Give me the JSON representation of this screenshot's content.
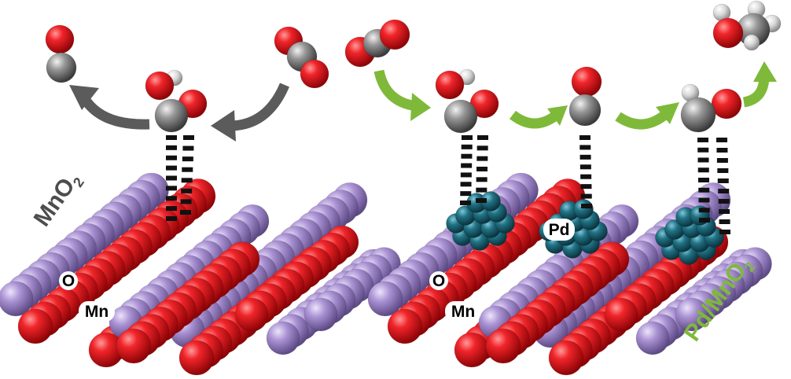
{
  "panels": {
    "left": {
      "label_main": "MnO",
      "label_sub": "2"
    },
    "right": {
      "label_main": "Pd/MnO",
      "label_sub": "2"
    }
  },
  "labels": {
    "oxygen": "O",
    "manganese": "Mn",
    "palladium": "Pd"
  },
  "colors": {
    "oxygen": "#e8141a",
    "manganese": "#a992d2",
    "palladium": "#1d6f83",
    "carbon": "#8f8f8f",
    "hydrogen": "#dcdcdc",
    "arrow_gray": "#5b5b5b",
    "arrow_green": "#7fb93a",
    "label_gray": "#4d4d4d",
    "label_green": "#7fb93a"
  }
}
